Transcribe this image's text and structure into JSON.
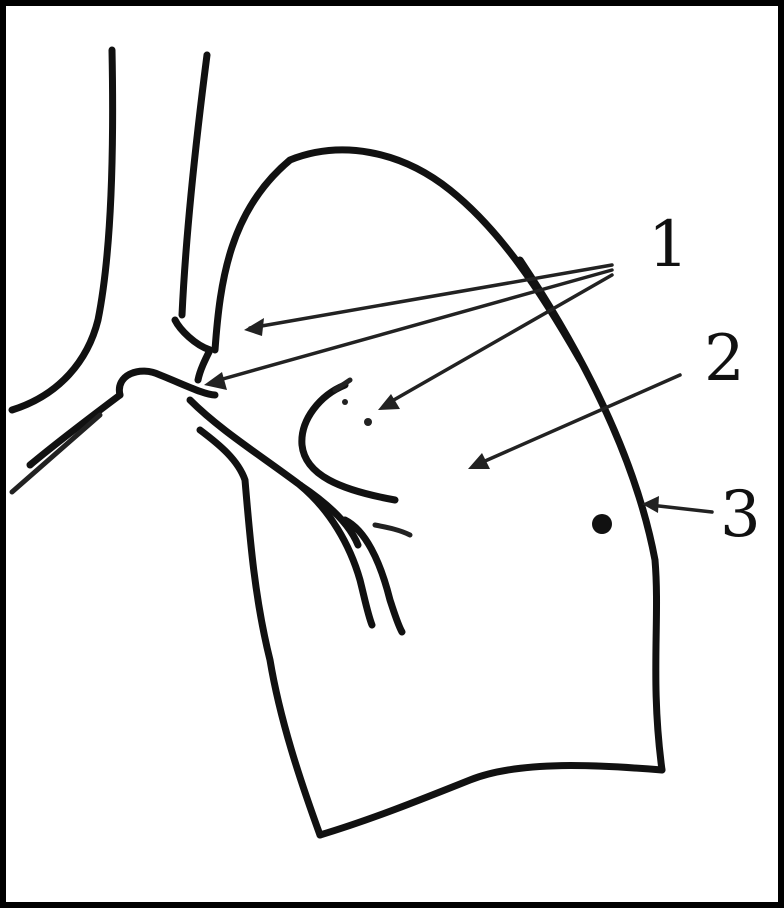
{
  "colors": {
    "border": "#000000",
    "background": "#ffffff",
    "ink": "#111111"
  },
  "labels": {
    "label_1": "1",
    "label_2": "2",
    "label_3": "3"
  }
}
